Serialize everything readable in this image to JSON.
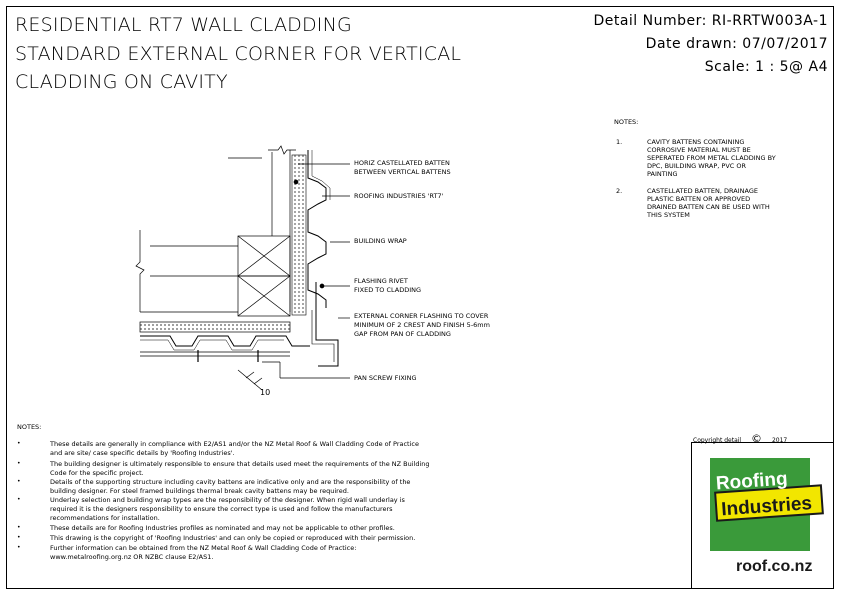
{
  "title": {
    "line1": "RESIDENTIAL RT7 WALL CLADDING",
    "line2": "STANDARD EXTERNAL CORNER FOR VERTICAL",
    "line3": "CLADDING ON CAVITY"
  },
  "meta": {
    "detail_number": "Detail Number:  RI-RRTW003A-1",
    "date_drawn": "Date drawn:  07/07/2017",
    "scale": "Scale:    1 : 5@ A4"
  },
  "callouts": {
    "horiz_batten_1": "HORIZ CASTELLATED BATTEN",
    "horiz_batten_2": "BETWEEN VERTICAL BATTENS",
    "rt7": "ROOFING INDUSTRIES 'RT7'",
    "wrap": "BUILDING WRAP",
    "rivet_1": "FLASHING RIVET",
    "rivet_2": "FIXED TO CLADDING",
    "corner_1": "EXTERNAL CORNER FLASHING TO COVER",
    "corner_2": "MINIMUM OF 2 CREST AND FINISH 5-6mm",
    "corner_3": "GAP FROM PAN OF CLADDING",
    "pan_screw": "PAN SCREW FIXING",
    "dim": "10"
  },
  "notes_right": {
    "heading": "NOTES:",
    "n1": "1.",
    "n1_l1": "CAVITY BATTENS CONTAINING",
    "n1_l2": "CORROSIVE MATERIAL MUST BE",
    "n1_l3": "SEPERATED FROM METAL CLADDING BY",
    "n1_l4": "DPC, BUILDING WRAP, PVC OR",
    "n1_l5": "PAINTING",
    "n2": "2.",
    "n2_l1": "CASTELLATED BATTEN, DRAINAGE",
    "n2_l2": "PLASTIC BATTEN OR APPROVED",
    "n2_l3": "DRAINED BATTEN CAN BE USED WITH",
    "n2_l4": "THIS SYSTEM"
  },
  "notes_bottom": {
    "heading": "NOTES:",
    "bullet": "•",
    "b1_l1": "These details are generally in compliance with E2/AS1 and/or the NZ Metal Roof & Wall Cladding Code of Practice",
    "b1_l2": "and are site/ case specific details by 'Roofing Industries'.",
    "b2_l1": "The building designer is ultimately responsible to ensure that details used meet the requirements of the NZ Building",
    "b2_l2": "Code for the specific project.",
    "b3_l1": "Details of the supporting structure including cavity battens are indicative only and are the responsibility of the",
    "b3_l2": "building designer.  For steel framed buildings thermal break cavity battens may be required.",
    "b4_l1": "Underlay selection and building wrap types are the responsibility of the designer.  When rigid wall underlay is",
    "b4_l2": "required it is the designers responsibility to ensure the correct type is used and follow the manufacturers",
    "b4_l3": "recommendations for installation.",
    "b5_l1": "These details are for Roofing Industries profiles as nominated and may not be applicable to other profiles.",
    "b6_l1": "This drawing is the copyright of 'Roofing Industries' and can only be copied or reproduced with their permission.",
    "b7_l1": "Further information can be obtained from the  NZ Metal Roof & Wall Cladding Code of Practice:",
    "b7_l2": "www.metalroofing.org.nz OR NZBC clause E2/AS1."
  },
  "copyright": {
    "label": "Copyright detail",
    "symbol": "©",
    "year": "2017"
  },
  "logo": {
    "word1": "Roofing",
    "word2": "Industries",
    "url": "roof.co.nz",
    "colors": {
      "green": "#3a9a3a",
      "yellow": "#f2e600",
      "dark": "#1a1a1a"
    }
  }
}
